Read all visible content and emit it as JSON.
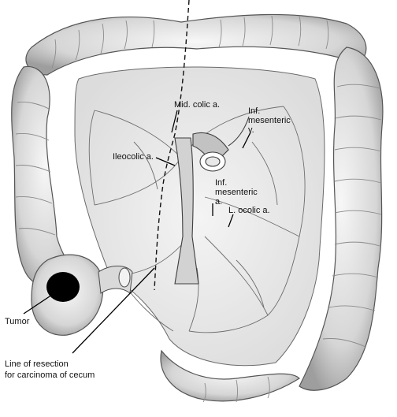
{
  "labels": {
    "mid_colic": "Mid. colic a.",
    "inf_mes_v_1": "Inf.",
    "inf_mes_v_2": "mesenteric",
    "inf_mes_v_3": "v.",
    "ileocolic": "Ileocolic a.",
    "inf_mes_a_1": "Inf.",
    "inf_mes_a_2": "mesenteric",
    "inf_mes_a_3": "a.",
    "l_colic": "L. ocolic a.",
    "tumor": "Tumor",
    "resection_1": "Line of resection",
    "resection_2": "for carcinoma of cecum"
  },
  "colors": {
    "ink": "#111111",
    "tissue": "#e9e9e9",
    "shadow": "#a8a8a8",
    "tumor": "#000000"
  }
}
